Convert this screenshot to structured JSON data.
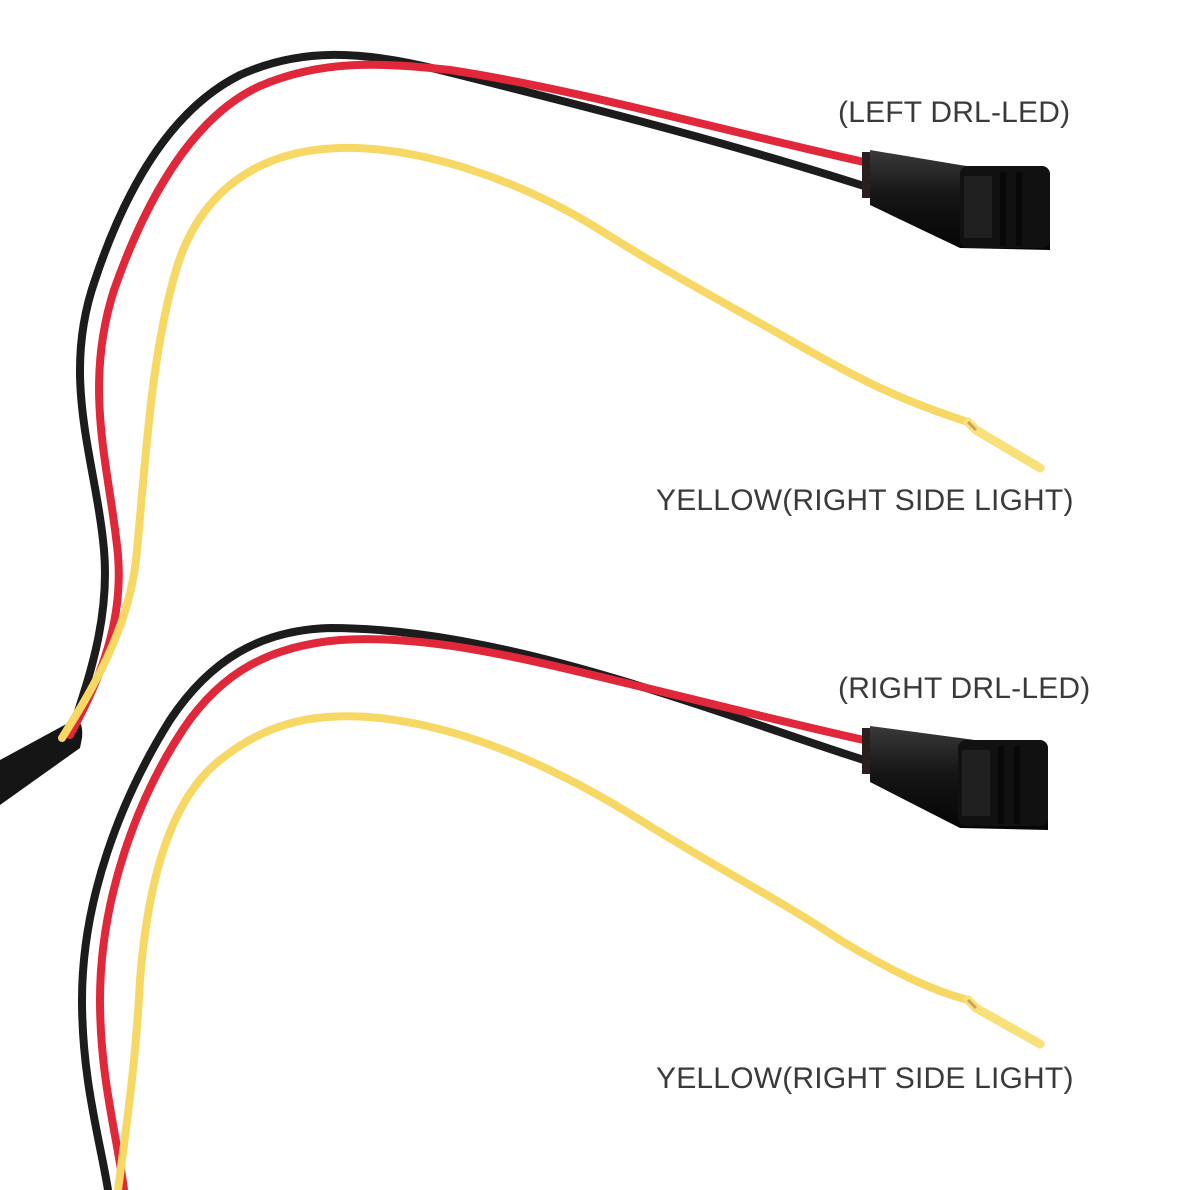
{
  "labels": {
    "left_drl": "(LEFT DRL-LED)",
    "yellow_top": "YELLOW(RIGHT SIDE LIGHT)",
    "right_drl": "(RIGHT DRL-LED)",
    "yellow_bottom": "YELLOW(RIGHT SIDE LIGHT)"
  },
  "colors": {
    "background": "#ffffff",
    "wire_red": "#e0283a",
    "wire_black": "#1c1c1c",
    "wire_yellow": "#f7d864",
    "connector": "#1a1a1a",
    "label_text": "#3a3a3a"
  }
}
